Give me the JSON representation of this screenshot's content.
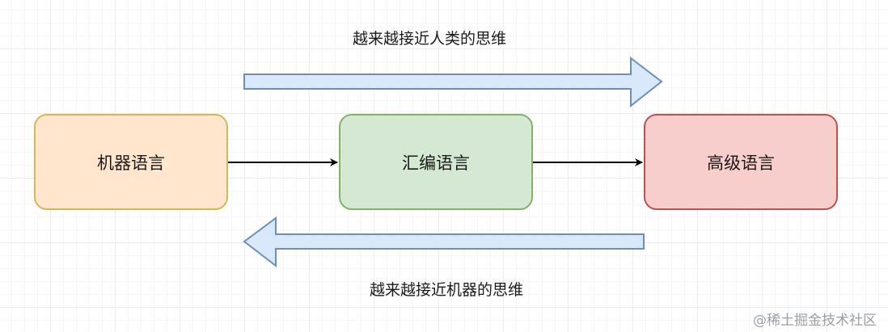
{
  "nodes": {
    "machine": {
      "label": "机器语言",
      "fill": "#ffe6cc",
      "stroke": "#d6b656"
    },
    "assembly": {
      "label": "汇编语言",
      "fill": "#d5e8d4",
      "stroke": "#82b366"
    },
    "high_level": {
      "label": "高级语言",
      "fill": "#f8cecc",
      "stroke": "#b85450"
    }
  },
  "arrows": {
    "forward_caption": "越来越接近人类的思维",
    "backward_caption": "越来越接近机器的思维",
    "fill": "#dae8fc",
    "stroke": "#6c8ebf"
  },
  "watermark": "@稀土掘金技术社区"
}
